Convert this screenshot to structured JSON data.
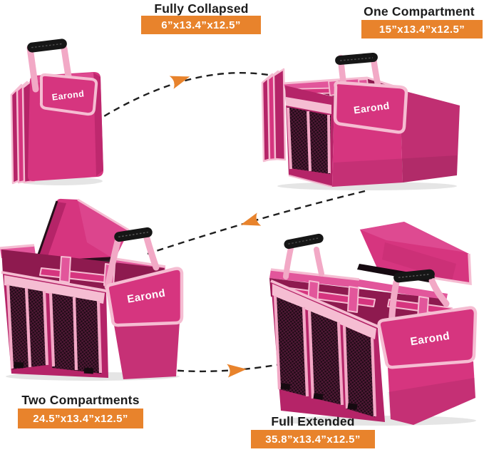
{
  "page": {
    "background": "#ffffff",
    "brand": "Earond"
  },
  "colors": {
    "accent-orange": "#E8832C",
    "ink": "#1c1c1c",
    "arrow-ink": "#1f1f1f",
    "bag-pink": "#D6357F",
    "bag-pink-bright": "#E2569B",
    "bag-pink-dark": "#B52468",
    "bag-pink-deep": "#8E1A4F",
    "trim-pink": "#F5BDD2",
    "strap-pink": "#F2A9C6",
    "mesh-dark": "#1F0B16",
    "mesh-line": "#5D1C3E",
    "handle-black": "#161616",
    "shadow": "rgba(0,0,0,0.10)"
  },
  "stages": [
    {
      "id": "fully-collapsed",
      "title": "Fully Collapsed",
      "dimensions": "6”x13.4”x12.5”",
      "brand": "Earond"
    },
    {
      "id": "one-compartment",
      "title": "One Compartment",
      "dimensions": "15”x13.4”x12.5”",
      "brand": "Earond"
    },
    {
      "id": "two-compartments",
      "title": "Two Compartments",
      "dimensions": "24.5”x13.4”x12.5”",
      "brand": "Earond"
    },
    {
      "id": "full-extended",
      "title": "Full Extended",
      "dimensions": "35.8”x13.4”x12.5”",
      "brand": "Earond"
    }
  ],
  "arrows": [
    {
      "from": "Fully Collapsed",
      "to": "One Compartment"
    },
    {
      "from": "One Compartment",
      "to": "Two Compartments"
    },
    {
      "from": "Two Compartments",
      "to": "Full Extended"
    }
  ]
}
